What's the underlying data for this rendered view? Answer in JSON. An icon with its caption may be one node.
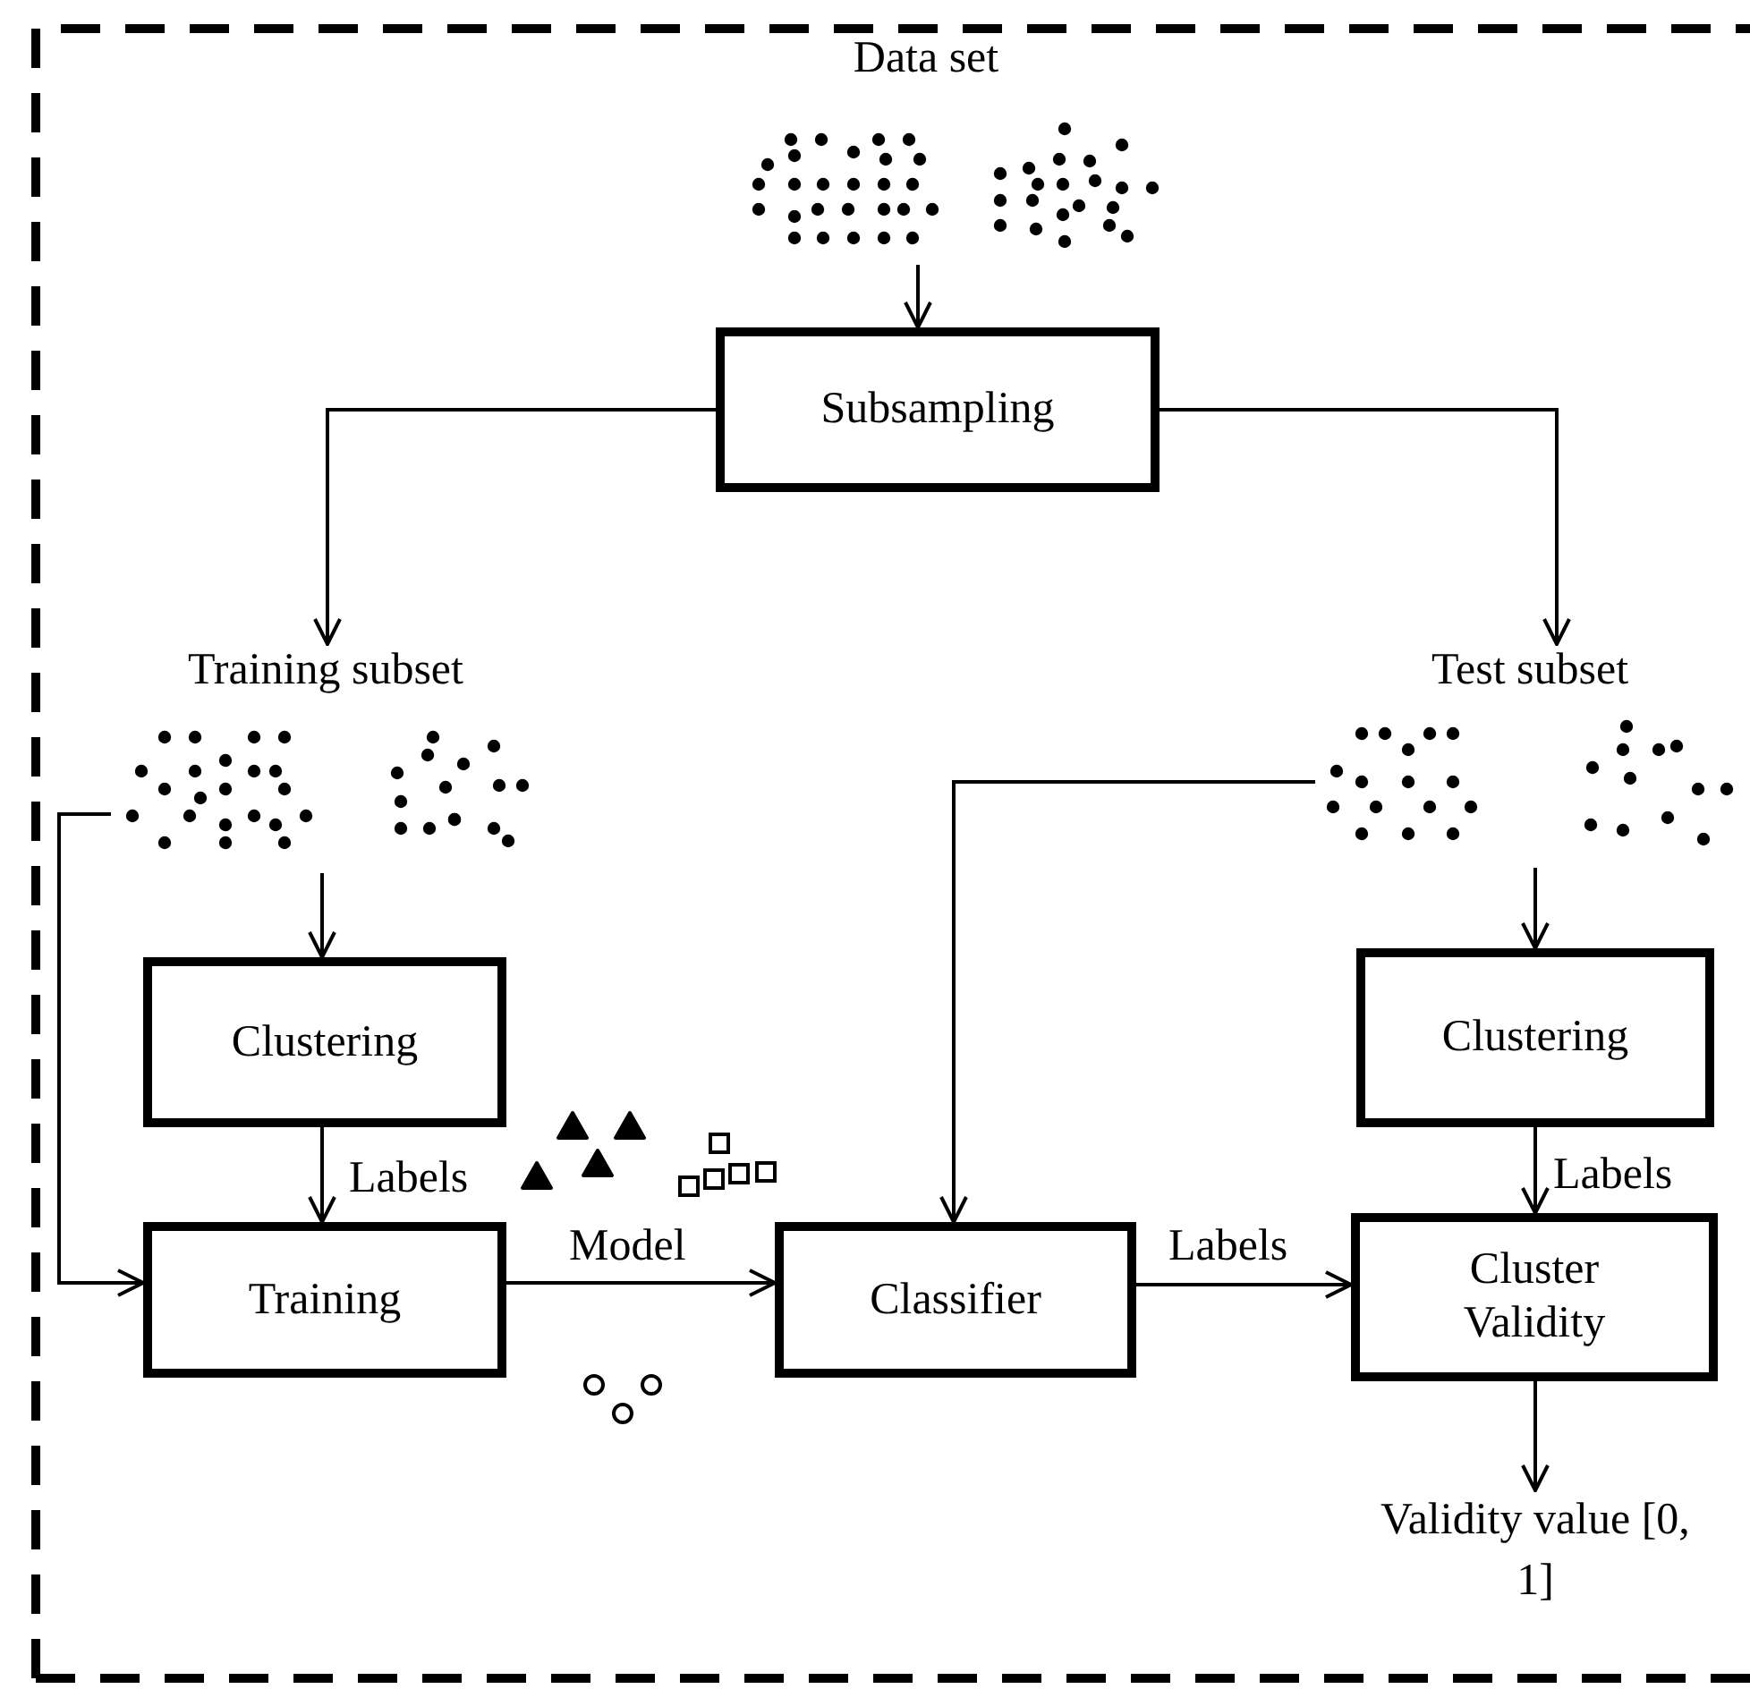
{
  "diagram": {
    "nodes": [
      {
        "text": [
          "Data set"
        ]
      },
      {
        "text": [
          "Subsampling"
        ]
      },
      {
        "text": [
          "Training subset"
        ]
      },
      {
        "text": [
          "Test subset"
        ]
      },
      {
        "text": [
          "Clustering"
        ]
      },
      {
        "text": [
          "Training"
        ]
      },
      {
        "text": [
          "Classifier"
        ]
      },
      {
        "text": [
          "Clustering"
        ]
      },
      {
        "text": [
          "Cluster Validity"
        ]
      },
      {
        "text": [
          "Validity value [0, 1]"
        ]
      }
    ],
    "edges": [
      {
        "from": 0,
        "to": 1,
        "arrow": "to"
      },
      {
        "from": 1,
        "to": 2,
        "arrow": "to"
      },
      {
        "from": 1,
        "to": 3,
        "arrow": "to"
      },
      {
        "from": 2,
        "to": 4,
        "arrow": "to"
      },
      {
        "from": 2,
        "to": 5,
        "arrow": "to"
      },
      {
        "from": 4,
        "to": 5,
        "arrow": "to",
        "label": "Labels"
      },
      {
        "from": 5,
        "to": 6,
        "arrow": "to",
        "label": "Model"
      },
      {
        "from": 3,
        "to": 6,
        "arrow": "to"
      },
      {
        "from": 3,
        "to": 7,
        "arrow": "to"
      },
      {
        "from": 7,
        "to": 8,
        "arrow": "to",
        "label": "Labels"
      },
      {
        "from": 6,
        "to": 8,
        "arrow": "to",
        "label": "Labels"
      },
      {
        "from": 8,
        "to": 9,
        "arrow": "to"
      }
    ]
  }
}
